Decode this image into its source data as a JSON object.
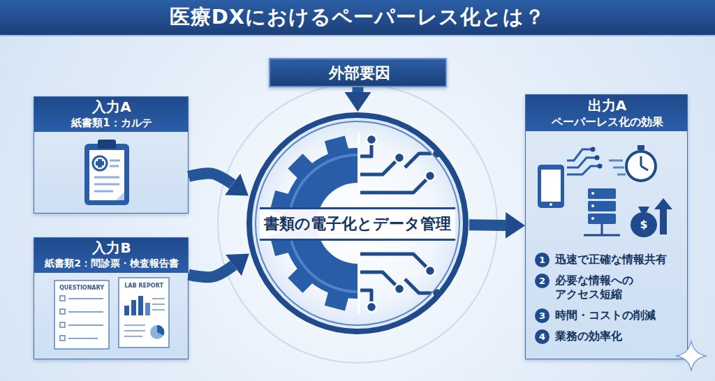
{
  "diagram": {
    "title": "医療DXにおけるペーパーレス化とは？",
    "nodes": [
      {
        "text": [
          "入力A",
          "紙書類1：カルテ"
        ]
      },
      {
        "text": [
          "入力B",
          "紙書類2：問診票・検査報告書"
        ]
      },
      {
        "text": [
          "外部要因"
        ]
      },
      {
        "text": [
          "書類の電子化とデータ管理"
        ]
      },
      {
        "text": [
          "出力A",
          "ペーパーレス化の効果",
          "迅速で正確な情報共有",
          "必要な情報への アクセス短縮",
          "時間・コストの削減",
          "業務の効率化"
        ]
      }
    ],
    "edges": [
      {
        "from": 0,
        "to": 3,
        "arrow": "to"
      },
      {
        "from": 1,
        "to": 3,
        "arrow": "to"
      },
      {
        "from": 2,
        "to": 3,
        "arrow": "to"
      },
      {
        "from": 3,
        "to": 4,
        "arrow": "to"
      }
    ],
    "labels": [
      "QUESTIONARY",
      "LAB REPORT",
      "1",
      "2",
      "3",
      "4",
      "$"
    ]
  }
}
